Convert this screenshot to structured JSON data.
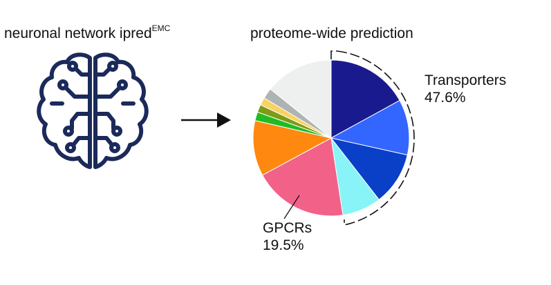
{
  "left_panel": {
    "title_main": "neuronal network ipred",
    "title_superscript": "EMC"
  },
  "right_panel": {
    "title": "proteome-wide prediction"
  },
  "callouts": {
    "transporters": {
      "label": "Transporters",
      "value": "47.6%"
    },
    "gpcrs": {
      "label": "GPCRs",
      "value": "19.5%"
    }
  },
  "icons": {
    "brain": "brain-circuit-icon",
    "arrow": "right-arrow-icon"
  },
  "colors": {
    "outline": "#1b2a5a",
    "text": "#111111"
  },
  "chart_data": {
    "type": "pie",
    "title": "",
    "slices": [
      {
        "value": 17.0,
        "color": "#1a1a8f",
        "group": "Transporters"
      },
      {
        "value": 11.5,
        "color": "#3366ff",
        "group": "Transporters"
      },
      {
        "value": 11.0,
        "color": "#0a3fc8",
        "group": "Transporters"
      },
      {
        "value": 8.1,
        "color": "#88f4f8",
        "group": "Transporters"
      },
      {
        "value": 19.5,
        "color": "#f26188",
        "group": "GPCRs"
      },
      {
        "value": 11.5,
        "color": "#ff8811",
        "group": ""
      },
      {
        "value": 1.8,
        "color": "#22bb22",
        "group": ""
      },
      {
        "value": 1.6,
        "color": "#7d9b16",
        "group": ""
      },
      {
        "value": 1.6,
        "color": "#f9d264",
        "group": ""
      },
      {
        "value": 2.2,
        "color": "#aeb3b3",
        "group": ""
      },
      {
        "value": 14.2,
        "color": "#eef0f0",
        "group": ""
      }
    ]
  }
}
